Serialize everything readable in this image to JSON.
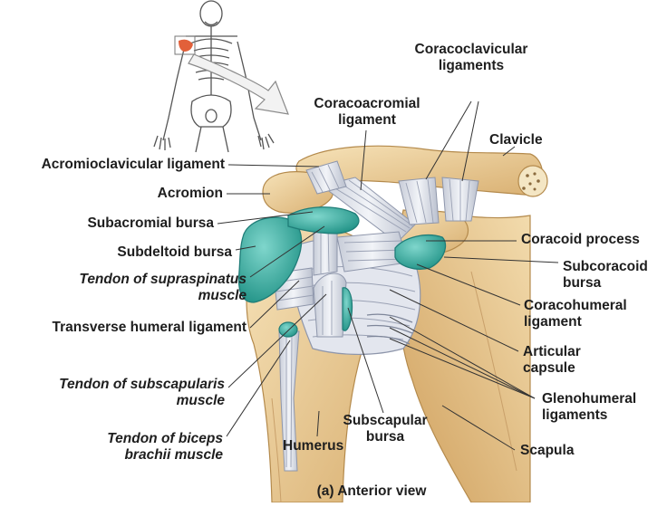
{
  "labels": {
    "coracoclavicular": "Coracoclavicular\nligaments",
    "coracoacromial": "Coracoacromial\nligament",
    "clavicle": "Clavicle",
    "acromioclavicular": "Acromioclavicular ligament",
    "acromion": "Acromion",
    "subacromial_bursa": "Subacromial bursa",
    "subdeltoid_bursa": "Subdeltoid bursa",
    "supraspinatus": "Tendon of supraspinatus\nmuscle",
    "transverse_humeral": "Transverse humeral ligament",
    "subscapularis": "Tendon of subscapularis\nmuscle",
    "biceps": "Tendon of biceps\nbrachii muscle",
    "humerus": "Humerus",
    "subscapular_bursa": "Subscapular\nbursa",
    "coracoid_process": "Coracoid process",
    "subcoracoid_bursa": "Subcoracoid\nbursa",
    "coracohumeral": "Coracohumeral\nligament",
    "articular_capsule": "Articular\ncapsule",
    "glenohumeral": "Glenohumeral\nligaments",
    "scapula": "Scapula"
  },
  "caption": "(a) Anterior view",
  "colors": {
    "bone": "#edcf9a",
    "bone_shadow": "#c79a52",
    "ligament": "#dfe4ee",
    "ligament_line": "#8e96ab",
    "bursa": "#3bb2a6",
    "bursa_dark": "#1f7d78",
    "highlight": "#e2603a",
    "leader": "#333333"
  }
}
